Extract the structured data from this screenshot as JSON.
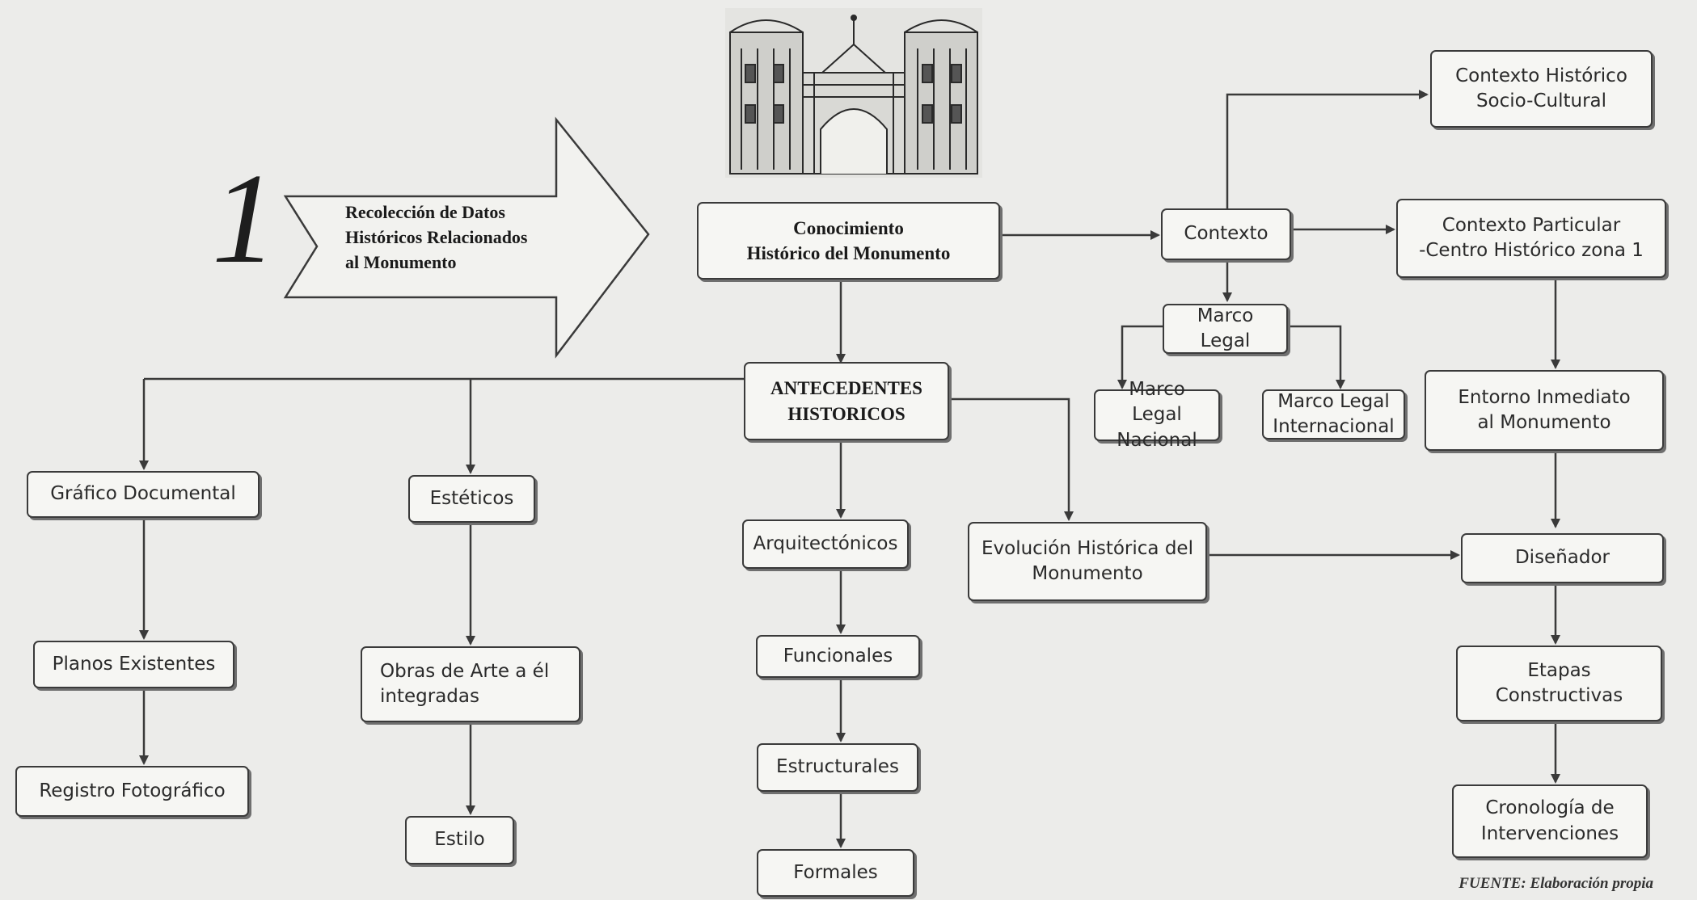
{
  "header": {
    "step_number": "1",
    "arrow_text": "Recolección de Datos\nHistóricos Relacionados\nal Monumento"
  },
  "nodes": {
    "conocimiento": "Conocimiento\nHistórico del Monumento",
    "antecedentes": "ANTECEDENTES\nHISTORICOS",
    "contexto": "Contexto",
    "contexto_historico": "Contexto Histórico\nSocio-Cultural",
    "contexto_particular": "Contexto Particular\n-Centro Histórico zona 1",
    "marco_legal": "Marco Legal",
    "marco_nacional": "Marco Legal\nNacional",
    "marco_internacional": "Marco Legal\nInternacional",
    "entorno": "Entorno Inmediato\nal Monumento",
    "disenador": "Diseñador",
    "etapas": "Etapas\nConstructivas",
    "cronologia": "Cronología de\nIntervenciones",
    "grafico": "Gráfico Documental",
    "planos": "Planos Existentes",
    "registro": "Registro Fotográfico",
    "esteticos": "Estéticos",
    "obras": "Obras de Arte  a él\nintegradas",
    "estilo": "Estilo",
    "arquitectonicos": "Arquitectónicos",
    "funcionales": "Funcionales",
    "estructurales": "Estructurales",
    "formales": "Formales",
    "evolucion": "Evolución Histórica del\nMonumento"
  },
  "footer": {
    "source": "FUENTE: Elaboración propia"
  },
  "colors": {
    "background": "#ececea",
    "box_fill": "#f6f6f3",
    "stroke": "#3a3a3a",
    "shadow": "#6f6f6f"
  }
}
